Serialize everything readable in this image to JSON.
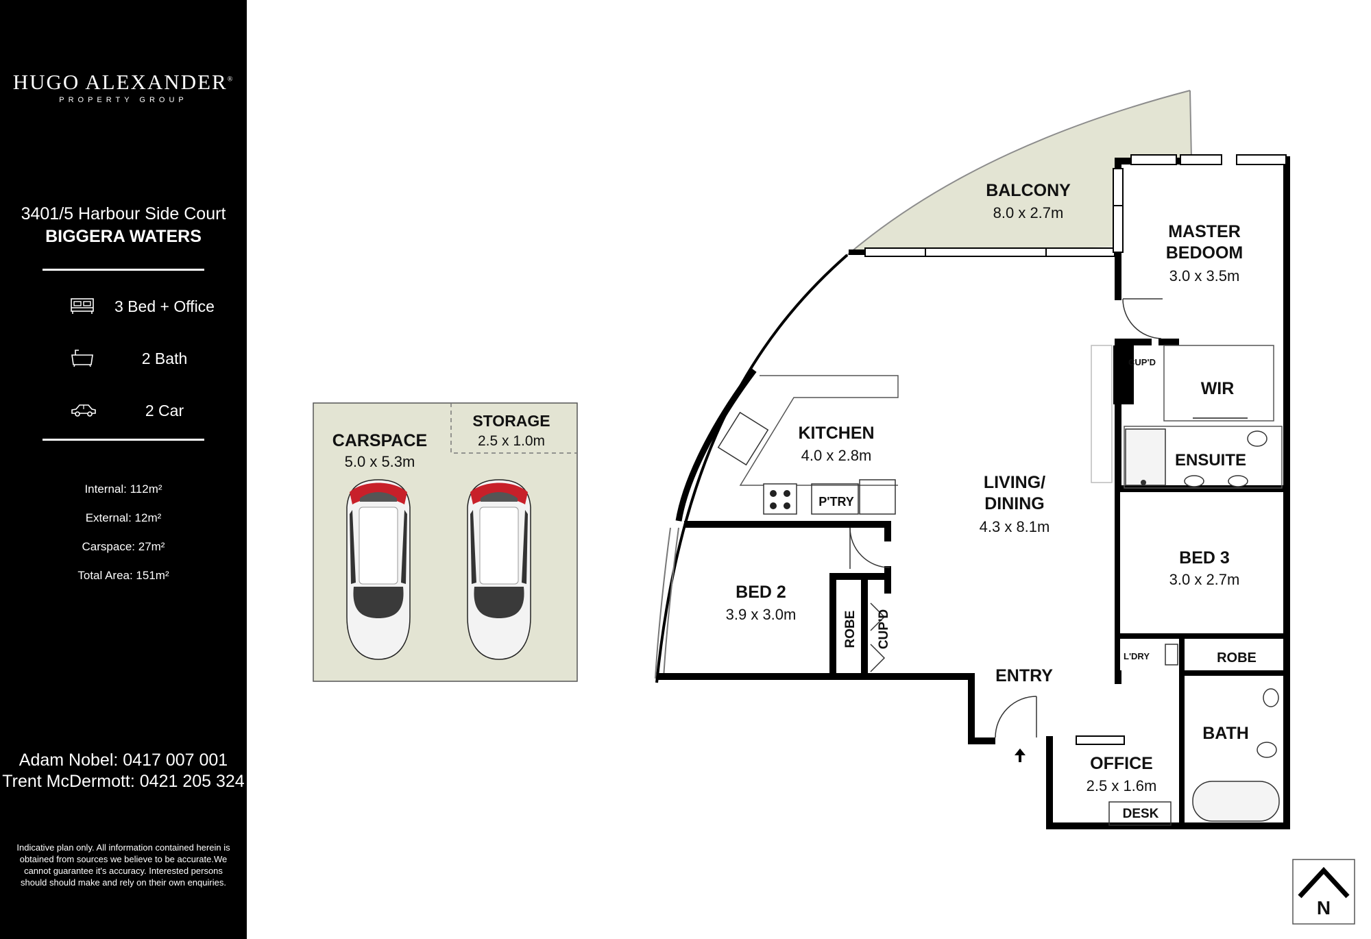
{
  "brand": {
    "name": "HUGO ALEXANDER",
    "registered": "®",
    "subtitle": "PROPERTY GROUP"
  },
  "address": {
    "line1": "3401/5 Harbour Side Court",
    "line2": "BIGGERA WATERS"
  },
  "features": [
    {
      "icon": "bed-icon",
      "label": "3 Bed + Office"
    },
    {
      "icon": "bath-icon",
      "label": "2 Bath"
    },
    {
      "icon": "car-icon",
      "label": "2 Car"
    }
  ],
  "areas": [
    {
      "label": "Internal: 112m²"
    },
    {
      "label": "External: 12m²"
    },
    {
      "label": "Carspace: 27m²"
    },
    {
      "label": "Total Area: 151m²"
    }
  ],
  "contacts": [
    {
      "text": "Adam Nobel: 0417 007 001"
    },
    {
      "text": "Trent McDermott: 0421 205 324"
    }
  ],
  "disclaimer": "Indicative plan only. All information contained herein is obtained from sources we believe to be accurate.We cannot guarantee it's accuracy. Interested persons should should make and rely on their own enquiries.",
  "colors": {
    "sidebar": "#000000",
    "text_light": "#ffffff",
    "wall": "#000000",
    "outdoor_fill": "#e3e4d3"
  },
  "rooms": {
    "balcony": {
      "name": "BALCONY",
      "size": "8.0 x 2.7m"
    },
    "master": {
      "name_line1": "MASTER",
      "name_line2": "BEDOOM",
      "size": "3.0 x 3.5m"
    },
    "kitchen": {
      "name": "KITCHEN",
      "size": "4.0 x 2.8m"
    },
    "living": {
      "name_line1": "LIVING/",
      "name_line2": "DINING",
      "size": "4.3 x 8.1m"
    },
    "bed2": {
      "name": "BED 2",
      "size": "3.9 x 3.0m"
    },
    "bed3": {
      "name": "BED 3",
      "size": "3.0 x 2.7m"
    },
    "office": {
      "name": "OFFICE",
      "size": "2.5 x 1.6m"
    },
    "carspace": {
      "name": "CARSPACE",
      "size": "5.0 x 5.3m"
    },
    "storage": {
      "name": "STORAGE",
      "size": "2.5 x 1.0m"
    },
    "wir": "WIR",
    "ensuite": "ENSUITE",
    "entry": "ENTRY",
    "bath": "BATH",
    "desk": "DESK",
    "ptry": "P'TRY",
    "cupd_master": "CUP'D",
    "cupd_bed2": "CUP'D",
    "robe_bed2": "ROBE",
    "robe_bed3": "ROBE",
    "ldry": "L'DRY"
  },
  "compass": {
    "letter": "N"
  }
}
